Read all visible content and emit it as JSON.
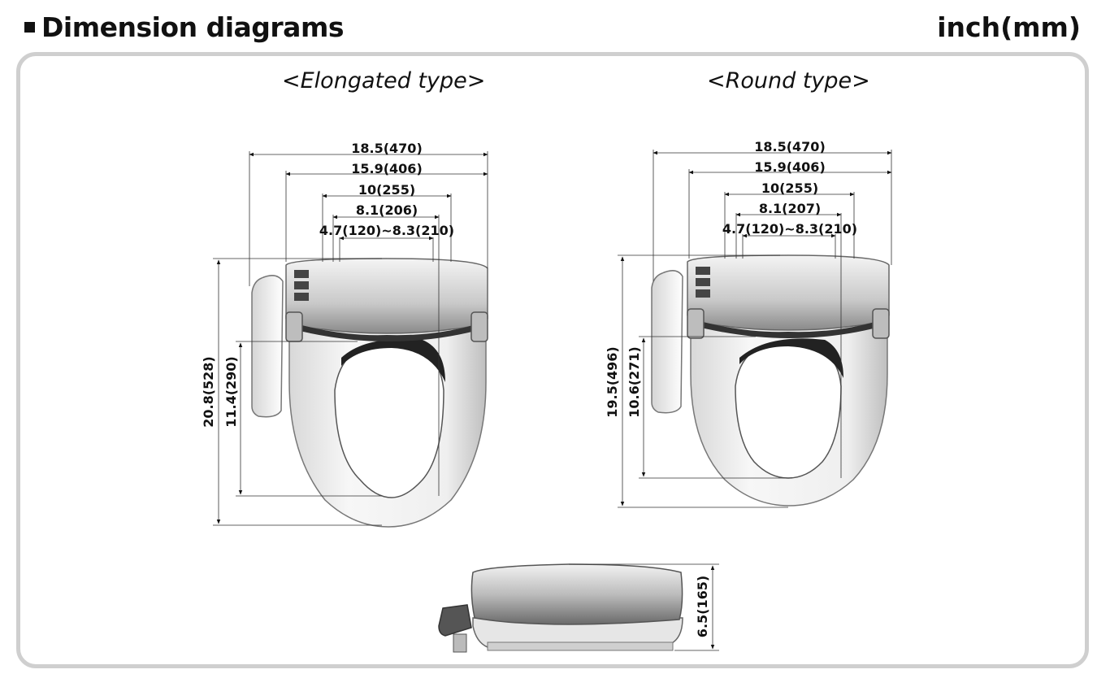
{
  "header": {
    "title": "Dimension diagrams",
    "units": "inch(mm)"
  },
  "elongated": {
    "label": "<Elongated type>",
    "width_total": "18.5(470)",
    "width_body": "15.9(406)",
    "width_mount": "10(255)",
    "width_inner": "8.1(206)",
    "width_range": "4.7(120)~8.3(210)",
    "length_total": "20.8(528)",
    "length_opening": "11.4(290)"
  },
  "round": {
    "label": "<Round type>",
    "width_total": "18.5(470)",
    "width_body": "15.9(406)",
    "width_mount": "10(255)",
    "width_inner": "8.1(207)",
    "width_range": "4.7(120)~8.3(210)",
    "length_total": "19.5(496)",
    "length_opening": "10.6(271)"
  },
  "side": {
    "height": "6.5(165)"
  }
}
